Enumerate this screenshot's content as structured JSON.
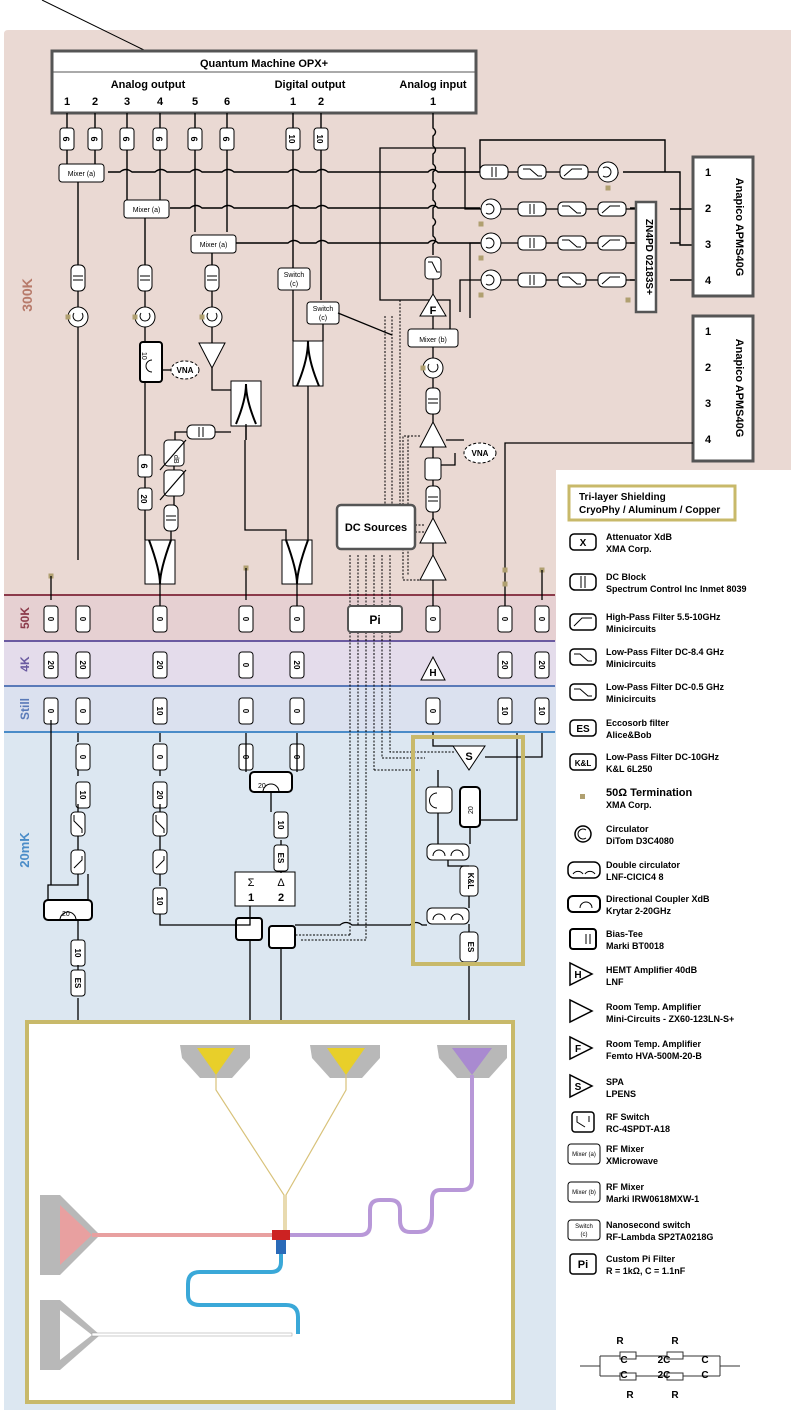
{
  "stages": {
    "s300k": "300K",
    "s50k": "50K",
    "s4k": "4K",
    "still": "Still",
    "s20mk": "20mK"
  },
  "opx": {
    "title": "Quantum Machine OPX+",
    "analog_output": "Analog output",
    "digital_output": "Digital output",
    "analog_input": "Analog input",
    "ports_analog_out": [
      "1",
      "2",
      "3",
      "4",
      "5",
      "6"
    ],
    "ports_digital_out": [
      "1",
      "2"
    ],
    "ports_analog_in": [
      "1"
    ]
  },
  "anapico_1": {
    "label": "Anapico APMS40G",
    "ports": [
      "1",
      "2",
      "3",
      "4"
    ]
  },
  "anapico_2": {
    "label": "Anapico APMS40G",
    "ports": [
      "1",
      "2",
      "3",
      "4"
    ]
  },
  "zn4pd": "ZN4PD 02183S+",
  "dc_sources": "DC Sources",
  "pi_filter": "Pi",
  "vna": "VNA",
  "mixer_a": "Mixer (a)",
  "mixer_b": "Mixer (b)",
  "switch_c": "Switch (c)",
  "labels": {
    "att6": "6",
    "att10": "10",
    "att0": "0",
    "att20": "20",
    "es": "ES",
    "kl": "K&L",
    "sigma": "Σ",
    "delta": "Δ",
    "one": "1",
    "two": "2",
    "xdb": "XdB",
    "h": "H",
    "f": "F",
    "s": "S",
    "l": "L"
  },
  "legend": {
    "shield_title": "Tri-layer Shielding",
    "shield_sub": "CryoPhy / Aluminum / Copper",
    "items": [
      {
        "symbol": "X",
        "name": "Attenuator XdB",
        "vendor": "XMA Corp."
      },
      {
        "symbol": "",
        "name": "DC Block",
        "vendor": "Spectrum Control Inc Inmet 8039"
      },
      {
        "symbol": "",
        "name": "High-Pass Filter 5.5-10GHz",
        "vendor": "Minicircuits"
      },
      {
        "symbol": "",
        "name": "Low-Pass Filter DC-8.4  GHz",
        "vendor": "Minicircuits"
      },
      {
        "symbol": "",
        "name": "Low-Pass Filter DC-0.5  GHz",
        "vendor": "Minicircuits"
      },
      {
        "symbol": "ES",
        "name": "Eccosorb filter",
        "vendor": "Alice&Bob"
      },
      {
        "symbol": "K&L",
        "name": "Low-Pass Filter DC-10GHz",
        "vendor": "K&L 6L250"
      },
      {
        "symbol": "",
        "name": "50Ω Termination",
        "vendor": "XMA Corp."
      },
      {
        "symbol": "",
        "name": "Circulator",
        "vendor": "DiTom D3C4080"
      },
      {
        "symbol": "",
        "name": "Double circulator",
        "vendor": "LNF-CICIC4 8"
      },
      {
        "symbol": "",
        "name": "Directional Coupler XdB",
        "vendor": "Krytar 2-20GHz"
      },
      {
        "symbol": "",
        "name": "Bias-Tee",
        "vendor": "Marki BT0018"
      },
      {
        "symbol": "H",
        "name": "HEMT Amplifier 40dB",
        "vendor": "LNF"
      },
      {
        "symbol": "",
        "name": "Room Temp. Amplifier",
        "vendor": "Mini-Circuits - ZX60-123LN-S+"
      },
      {
        "symbol": "F",
        "name": "Room Temp. Amplifier",
        "vendor": "Femto HVA-500M-20-B"
      },
      {
        "symbol": "S",
        "name": "SPA",
        "vendor": "LPENS"
      },
      {
        "symbol": "",
        "name": "RF Switch",
        "vendor": "RC-4SPDT-A18"
      },
      {
        "symbol": "Mixer (a)",
        "name": "RF Mixer",
        "vendor": "XMicrowave"
      },
      {
        "symbol": "Mixer (b)",
        "name": "RF Mixer",
        "vendor": "Marki IRW0618MXW-1"
      },
      {
        "symbol": "Switch (c)",
        "name": "Nanosecond switch",
        "vendor": "RF-Lambda SP2TA0218G"
      },
      {
        "symbol": "Pi",
        "name": "Custom Pi Filter",
        "vendor": "R = 1kΩ, C = 1.1nF"
      }
    ],
    "pi_r": "R",
    "pi_c": "C",
    "pi_2c": "2C"
  },
  "colors": {
    "bg_300k": "#ead9d3",
    "bg_50k": "#e6d0d2",
    "bg_4k": "#e4dceb",
    "bg_still": "#dbe1ef",
    "bg_20mk": "#dce7f1",
    "line_50k": "#8b3a4a",
    "line_4k": "#6a5aa0",
    "line_still": "#5a7ab8",
    "line_20mk": "#4a8cc8",
    "shield": "#c8b96a",
    "yellow_port": "#e8cf2a",
    "purple_port": "#a98ad0",
    "pink_port": "#e8a0a0",
    "blue_line": "#3aa8d8",
    "red_junction": "#cc2222"
  }
}
